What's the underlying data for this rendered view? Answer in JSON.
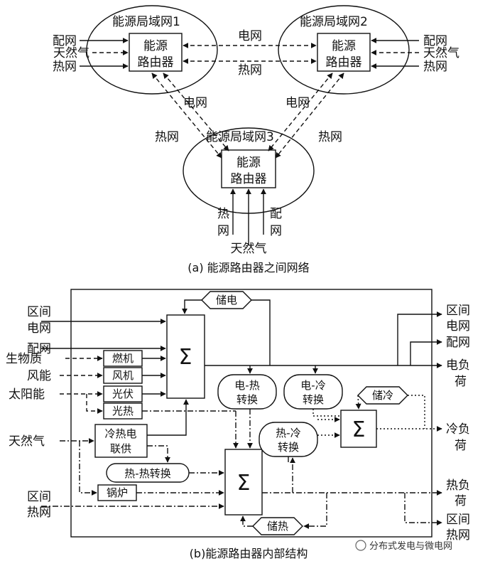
{
  "part_a": {
    "lan1_title": "能源局域网1",
    "lan2_title": "能源局域网2",
    "lan3_title": "能源局域网3",
    "router1": [
      "能源",
      "路由器"
    ],
    "router2": [
      "能源",
      "路由器"
    ],
    "router3": [
      "能源",
      "路由器"
    ],
    "left_inputs": [
      "配网",
      "天然气",
      "热网"
    ],
    "right_inputs": [
      "配网",
      "天然气",
      "热网"
    ],
    "top_link_labels": [
      "电网",
      "热网"
    ],
    "left_diag_labels": [
      "电网",
      "热网"
    ],
    "right_diag_labels": [
      "电网",
      "热网"
    ],
    "bottom_inputs": {
      "heat": [
        "热",
        "网"
      ],
      "dist": [
        "配",
        "网"
      ],
      "gas": "天然气"
    },
    "caption": "(a) 能源路由器之间网络"
  },
  "part_b": {
    "left_labels": {
      "qj_grid": [
        "区间",
        "电网"
      ],
      "dist": "配网",
      "bio": "生物质",
      "wind": "风能",
      "solar": "太阳能",
      "gas": "天然气",
      "qj_heat": [
        "区间",
        "热网"
      ]
    },
    "boxes": {
      "ranji": "燃机",
      "fengji": "风机",
      "guangfu": "光伏",
      "guangre": "光热",
      "chp": [
        "冷热电",
        "联供"
      ],
      "guolu": "锅炉"
    },
    "storage": {
      "elec": "储电",
      "cold": "储冷",
      "heat": "储热"
    },
    "converters": {
      "e_heat": [
        "电-热",
        "转换"
      ],
      "e_cold": [
        "电-冷",
        "转换"
      ],
      "heat_cold": [
        "热-冷",
        "转换"
      ],
      "heat_heat": "热-热转换"
    },
    "sigma": "Σ",
    "right_labels": {
      "qj_grid": [
        "区间",
        "电网"
      ],
      "dist": "配网",
      "e_load": [
        "电负",
        "荷"
      ],
      "c_load": [
        "冷负",
        "荷"
      ],
      "h_load": [
        "热负",
        "荷"
      ],
      "qj_heat": [
        "区间",
        "热网"
      ]
    },
    "caption": "(b)能源路由器内部结构"
  },
  "watermark": "分布式发电与微电网"
}
